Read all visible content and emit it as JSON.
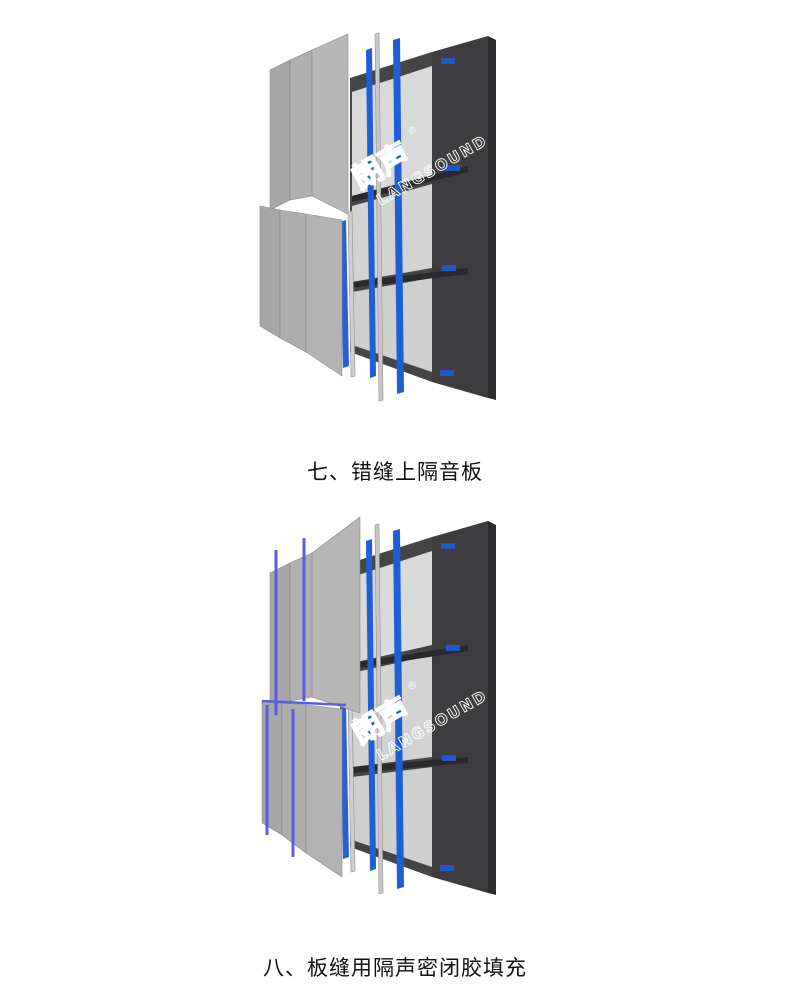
{
  "figures": [
    {
      "id": "step-7",
      "caption": "七、错缝上隔音板",
      "watermark": {
        "brand_cn": "朗声",
        "brand_en": "LANGSOUND",
        "mark": "®"
      }
    },
    {
      "id": "step-8",
      "caption": "八、板缝用隔声密闭胶填充",
      "watermark": {
        "brand_cn": "朗声",
        "brand_en": "LANGSOUND",
        "mark": "®"
      }
    }
  ],
  "colors": {
    "wall_frame": "#3f3f41",
    "cavity_panel": "#d6d6d6",
    "stud_blue": "#1f5fd6",
    "board_grey": "#a9a9a9",
    "sealant_line": "#5b5be8",
    "watermark": "#ffffff"
  }
}
